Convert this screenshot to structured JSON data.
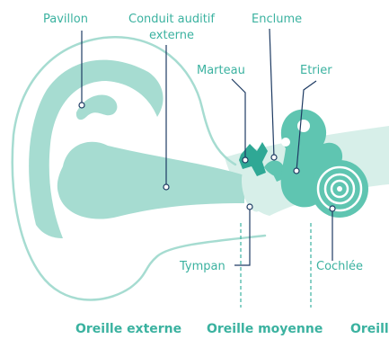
{
  "colors": {
    "teal": "#5fc5b1",
    "teal_dark": "#2fa895",
    "teal_light": "#a6dcd1",
    "teal_pale": "#d7efe9",
    "navy": "#1e3b63",
    "label": "#3bb2a0"
  },
  "labels": {
    "pavillon": "Pavillon",
    "conduit_line1": "Conduit auditif",
    "conduit_line2": "externe",
    "enclume": "Enclume",
    "marteau": "Marteau",
    "etrier": "Etrier",
    "tympan": "Tympan",
    "cochlee": "Cochlée"
  },
  "sections": {
    "externe": "Oreille externe",
    "moyenne": "Oreille moyenne",
    "interne": "Oreille interne"
  }
}
